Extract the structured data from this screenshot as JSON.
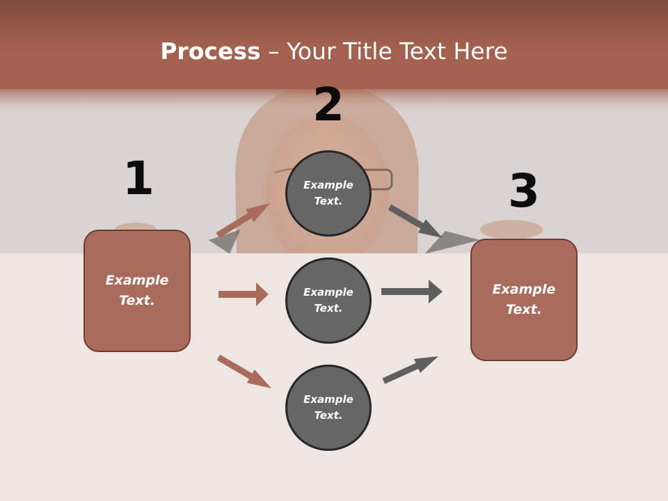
{
  "title": {
    "strong": "Process",
    "rest": " – Your Title Text Here"
  },
  "colors": {
    "header_band": "#a2604f",
    "box_fill": "#a96b5c",
    "box_border": "#6e3b32",
    "circle_fill": "#666666",
    "circle_border": "#262626",
    "left_arrow": "#a96b5c",
    "right_arrow": "#5f5f5f"
  },
  "steps": {
    "one": {
      "number": "1",
      "text": "Example Text."
    },
    "two": {
      "number": "2"
    },
    "three": {
      "number": "3",
      "text": "Example Text."
    }
  },
  "circles": [
    {
      "text": "Example Text."
    },
    {
      "text": "Example Text."
    },
    {
      "text": "Example Text."
    }
  ]
}
